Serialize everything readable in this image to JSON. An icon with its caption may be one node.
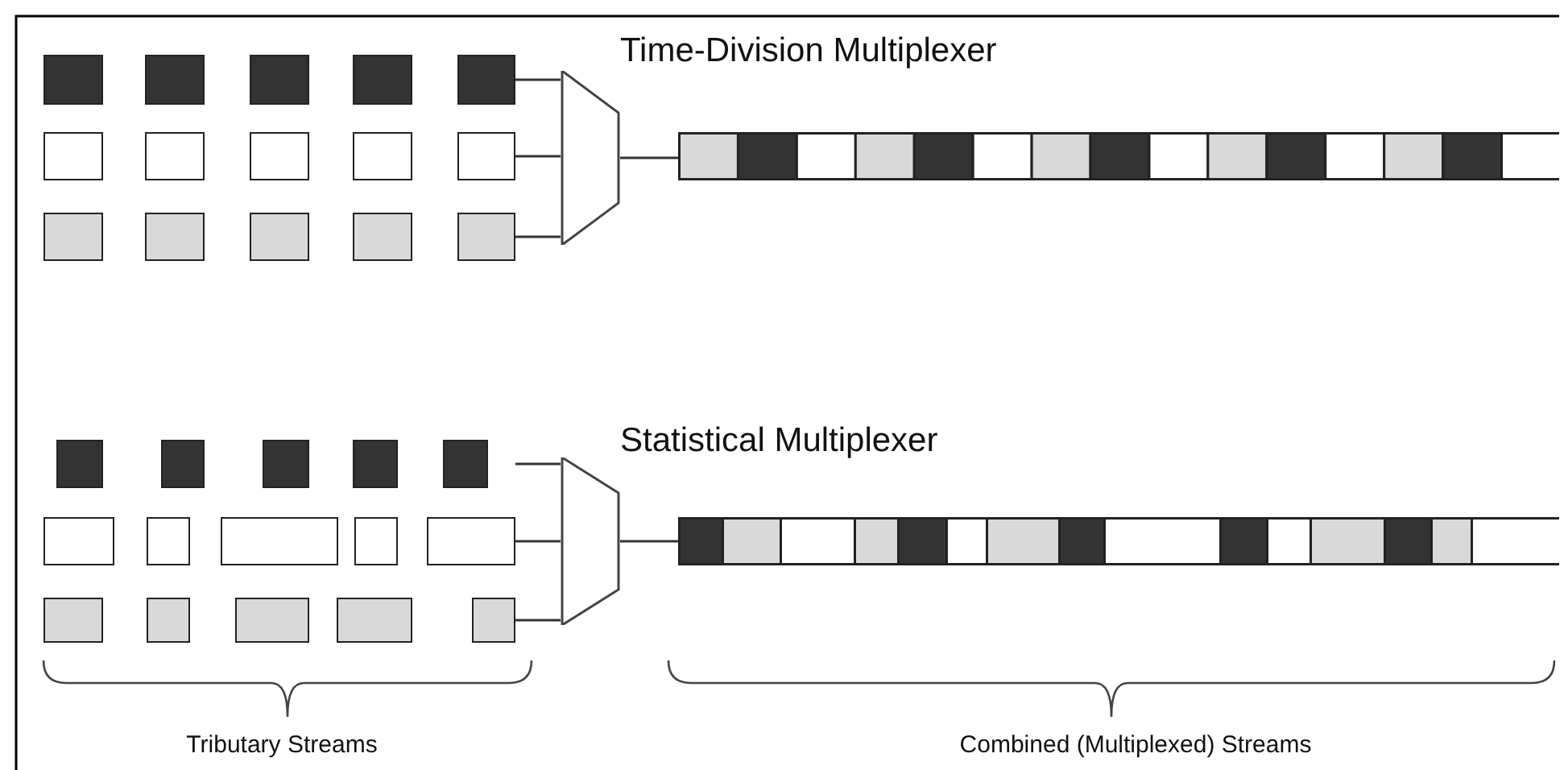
{
  "diagram": {
    "nodes": [
      {
        "text": [],
        "shape": "box"
      },
      {
        "text": [],
        "shape": "box"
      },
      {
        "text": [],
        "shape": "box"
      },
      {
        "text": [],
        "shape": "box"
      },
      {
        "text": [],
        "shape": "box"
      },
      {
        "text": [],
        "shape": "box"
      },
      {
        "text": [],
        "shape": "box"
      },
      {
        "text": [],
        "shape": "box"
      },
      {
        "text": [],
        "shape": "box"
      },
      {
        "text": [],
        "shape": "box"
      },
      {
        "text": [],
        "shape": "box"
      },
      {
        "text": [],
        "shape": "box"
      },
      {
        "text": [],
        "shape": "box"
      },
      {
        "text": [],
        "shape": "box"
      },
      {
        "text": [],
        "shape": "box"
      },
      {
        "text": [],
        "shape": "trapezoid"
      },
      {
        "text": [],
        "shape": "bar"
      },
      {
        "text": [],
        "shape": "box"
      },
      {
        "text": [],
        "shape": "box"
      },
      {
        "text": [],
        "shape": "box"
      },
      {
        "text": [],
        "shape": "box"
      },
      {
        "text": [],
        "shape": "box"
      },
      {
        "text": [],
        "shape": "box"
      },
      {
        "text": [],
        "shape": "box"
      },
      {
        "text": [],
        "shape": "box"
      },
      {
        "text": [],
        "shape": "box"
      },
      {
        "text": [],
        "shape": "box"
      },
      {
        "text": [],
        "shape": "box"
      },
      {
        "text": [],
        "shape": "box"
      },
      {
        "text": [],
        "shape": "box"
      },
      {
        "text": [],
        "shape": "box"
      },
      {
        "text": [],
        "shape": "box"
      },
      {
        "text": [],
        "shape": "trapezoid"
      },
      {
        "text": [],
        "shape": "bar"
      }
    ],
    "edges": [
      {
        "from": 4,
        "to": 15,
        "arrow": "none"
      },
      {
        "from": 9,
        "to": 15,
        "arrow": "none"
      },
      {
        "from": 14,
        "to": 15,
        "arrow": "none"
      },
      {
        "from": 15,
        "to": 16,
        "arrow": "none"
      },
      {
        "from": 21,
        "to": 32,
        "arrow": "none"
      },
      {
        "from": 26,
        "to": 32,
        "arrow": "none"
      },
      {
        "from": 31,
        "to": 32,
        "arrow": "none"
      },
      {
        "from": 32,
        "to": 33,
        "arrow": "none"
      }
    ],
    "labels": [
      "Time-Division Multiplexer",
      "Statistical Multiplexer",
      "Tributary Streams",
      "Combined (Multiplexed) Streams"
    ]
  }
}
